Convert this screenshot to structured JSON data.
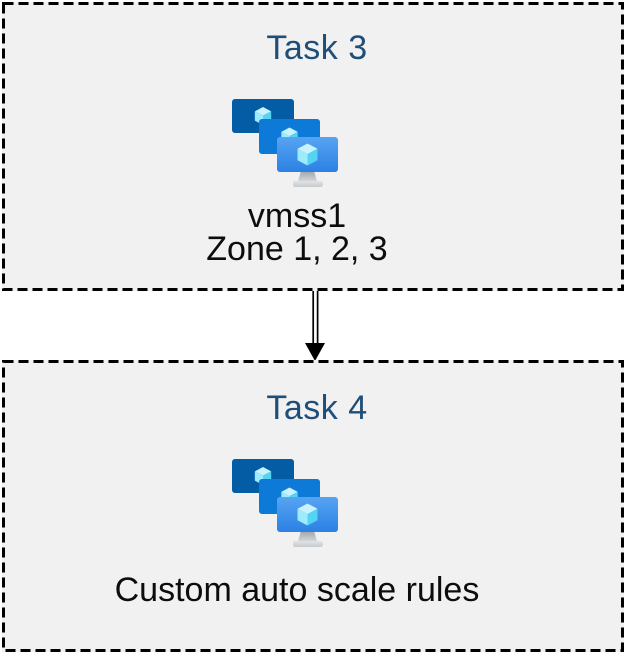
{
  "diagram": {
    "boxes": [
      {
        "id": "task3",
        "title": "Task 3",
        "icon": "vm-scale-sets-icon",
        "lines": [
          "vmss1",
          "Zone 1, 2, 3"
        ]
      },
      {
        "id": "task4",
        "title": "Task 4",
        "icon": "vm-scale-sets-icon",
        "lines": [
          "Custom auto scale rules"
        ]
      }
    ],
    "connector": {
      "type": "double-line-arrow",
      "direction": "down",
      "from": "Task 3",
      "to": "Task 4"
    },
    "colors": {
      "page_background": "#FFFFFF",
      "box_fill": "#F1F1F2",
      "box_border": "#000000",
      "title_text": "#1F4E79",
      "body_text": "#0D0D0D",
      "arrow": "#000000",
      "monitor_back": "#045CA4",
      "monitor_middle": "#0D7AD7",
      "monitor_front_gradient_top": "#56A4F2",
      "monitor_front_gradient_bottom": "#2B81E3",
      "cube_top": "#C8F2FF",
      "cube_left": "#9CEBFF",
      "cube_right": "#54D4F2",
      "stand_gray": "#CDD1D4"
    }
  }
}
